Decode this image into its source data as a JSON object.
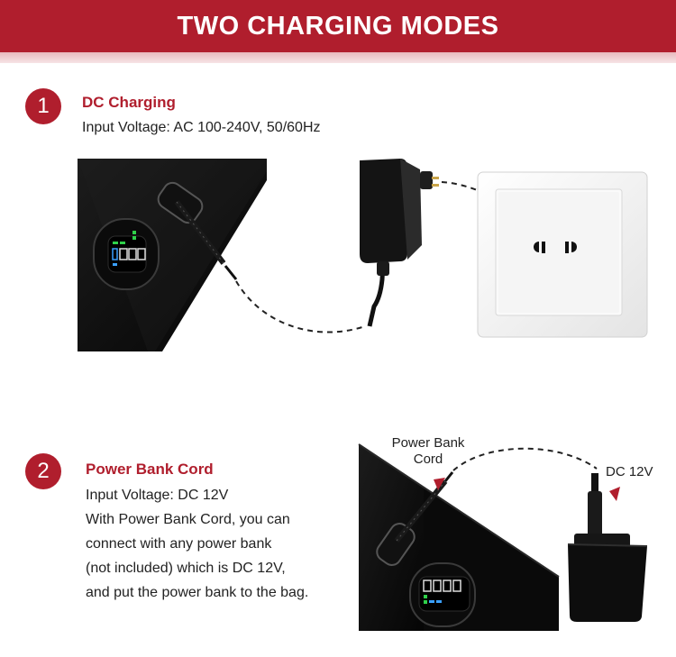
{
  "header": {
    "title": "TWO CHARGING MODES",
    "color": "#b01e2d"
  },
  "modes": [
    {
      "number": "1",
      "heading": "DC Charging",
      "lines": [
        "Input Voltage: AC 100-240V, 50/60Hz"
      ]
    },
    {
      "number": "2",
      "heading": "Power Bank Cord",
      "lines": [
        "Input Voltage: DC 12V",
        "With Power Bank Cord, you can",
        "connect with any power bank",
        "(not included) which is DC 12V,",
        "and put the power bank to the bag."
      ]
    }
  ],
  "callouts": {
    "power_bank_cord": [
      "Power Bank",
      "Cord"
    ],
    "dc_12v": "DC 12V"
  }
}
